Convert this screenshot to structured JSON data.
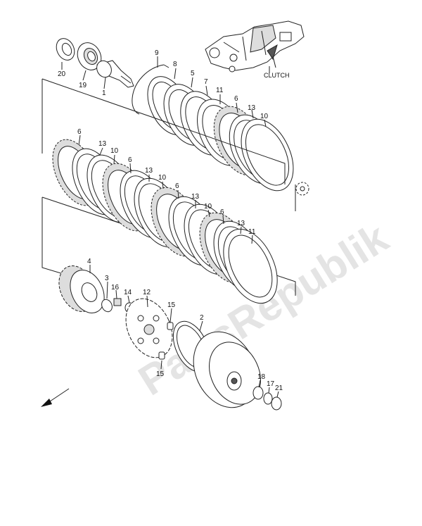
{
  "watermark": "PartsRepublik",
  "engine_label": "CLUTCH",
  "callouts": [
    {
      "id": "c20",
      "text": "20"
    },
    {
      "id": "c19",
      "text": "19"
    },
    {
      "id": "c1",
      "text": "1"
    },
    {
      "id": "c9",
      "text": "9"
    },
    {
      "id": "c8",
      "text": "8"
    },
    {
      "id": "c5",
      "text": "5"
    },
    {
      "id": "c7",
      "text": "7"
    },
    {
      "id": "c11a",
      "text": "11"
    },
    {
      "id": "c6a",
      "text": "6"
    },
    {
      "id": "c13a",
      "text": "13"
    },
    {
      "id": "c10a",
      "text": "10"
    },
    {
      "id": "c6b",
      "text": "6"
    },
    {
      "id": "c13b",
      "text": "13"
    },
    {
      "id": "c10b",
      "text": "10"
    },
    {
      "id": "c6c",
      "text": "6"
    },
    {
      "id": "c13c",
      "text": "13"
    },
    {
      "id": "c10c",
      "text": "10"
    },
    {
      "id": "c6d",
      "text": "6"
    },
    {
      "id": "c13d",
      "text": "13"
    },
    {
      "id": "c10d",
      "text": "10"
    },
    {
      "id": "c6e",
      "text": "6"
    },
    {
      "id": "c13e",
      "text": "13"
    },
    {
      "id": "c11b",
      "text": "11"
    },
    {
      "id": "c4",
      "text": "4"
    },
    {
      "id": "c3",
      "text": "3"
    },
    {
      "id": "c16",
      "text": "16"
    },
    {
      "id": "c14",
      "text": "14"
    },
    {
      "id": "c12",
      "text": "12"
    },
    {
      "id": "c15a",
      "text": "15"
    },
    {
      "id": "c2",
      "text": "2"
    },
    {
      "id": "c15b",
      "text": "15"
    },
    {
      "id": "c18",
      "text": "18"
    },
    {
      "id": "c17",
      "text": "17"
    },
    {
      "id": "c21",
      "text": "21"
    }
  ]
}
